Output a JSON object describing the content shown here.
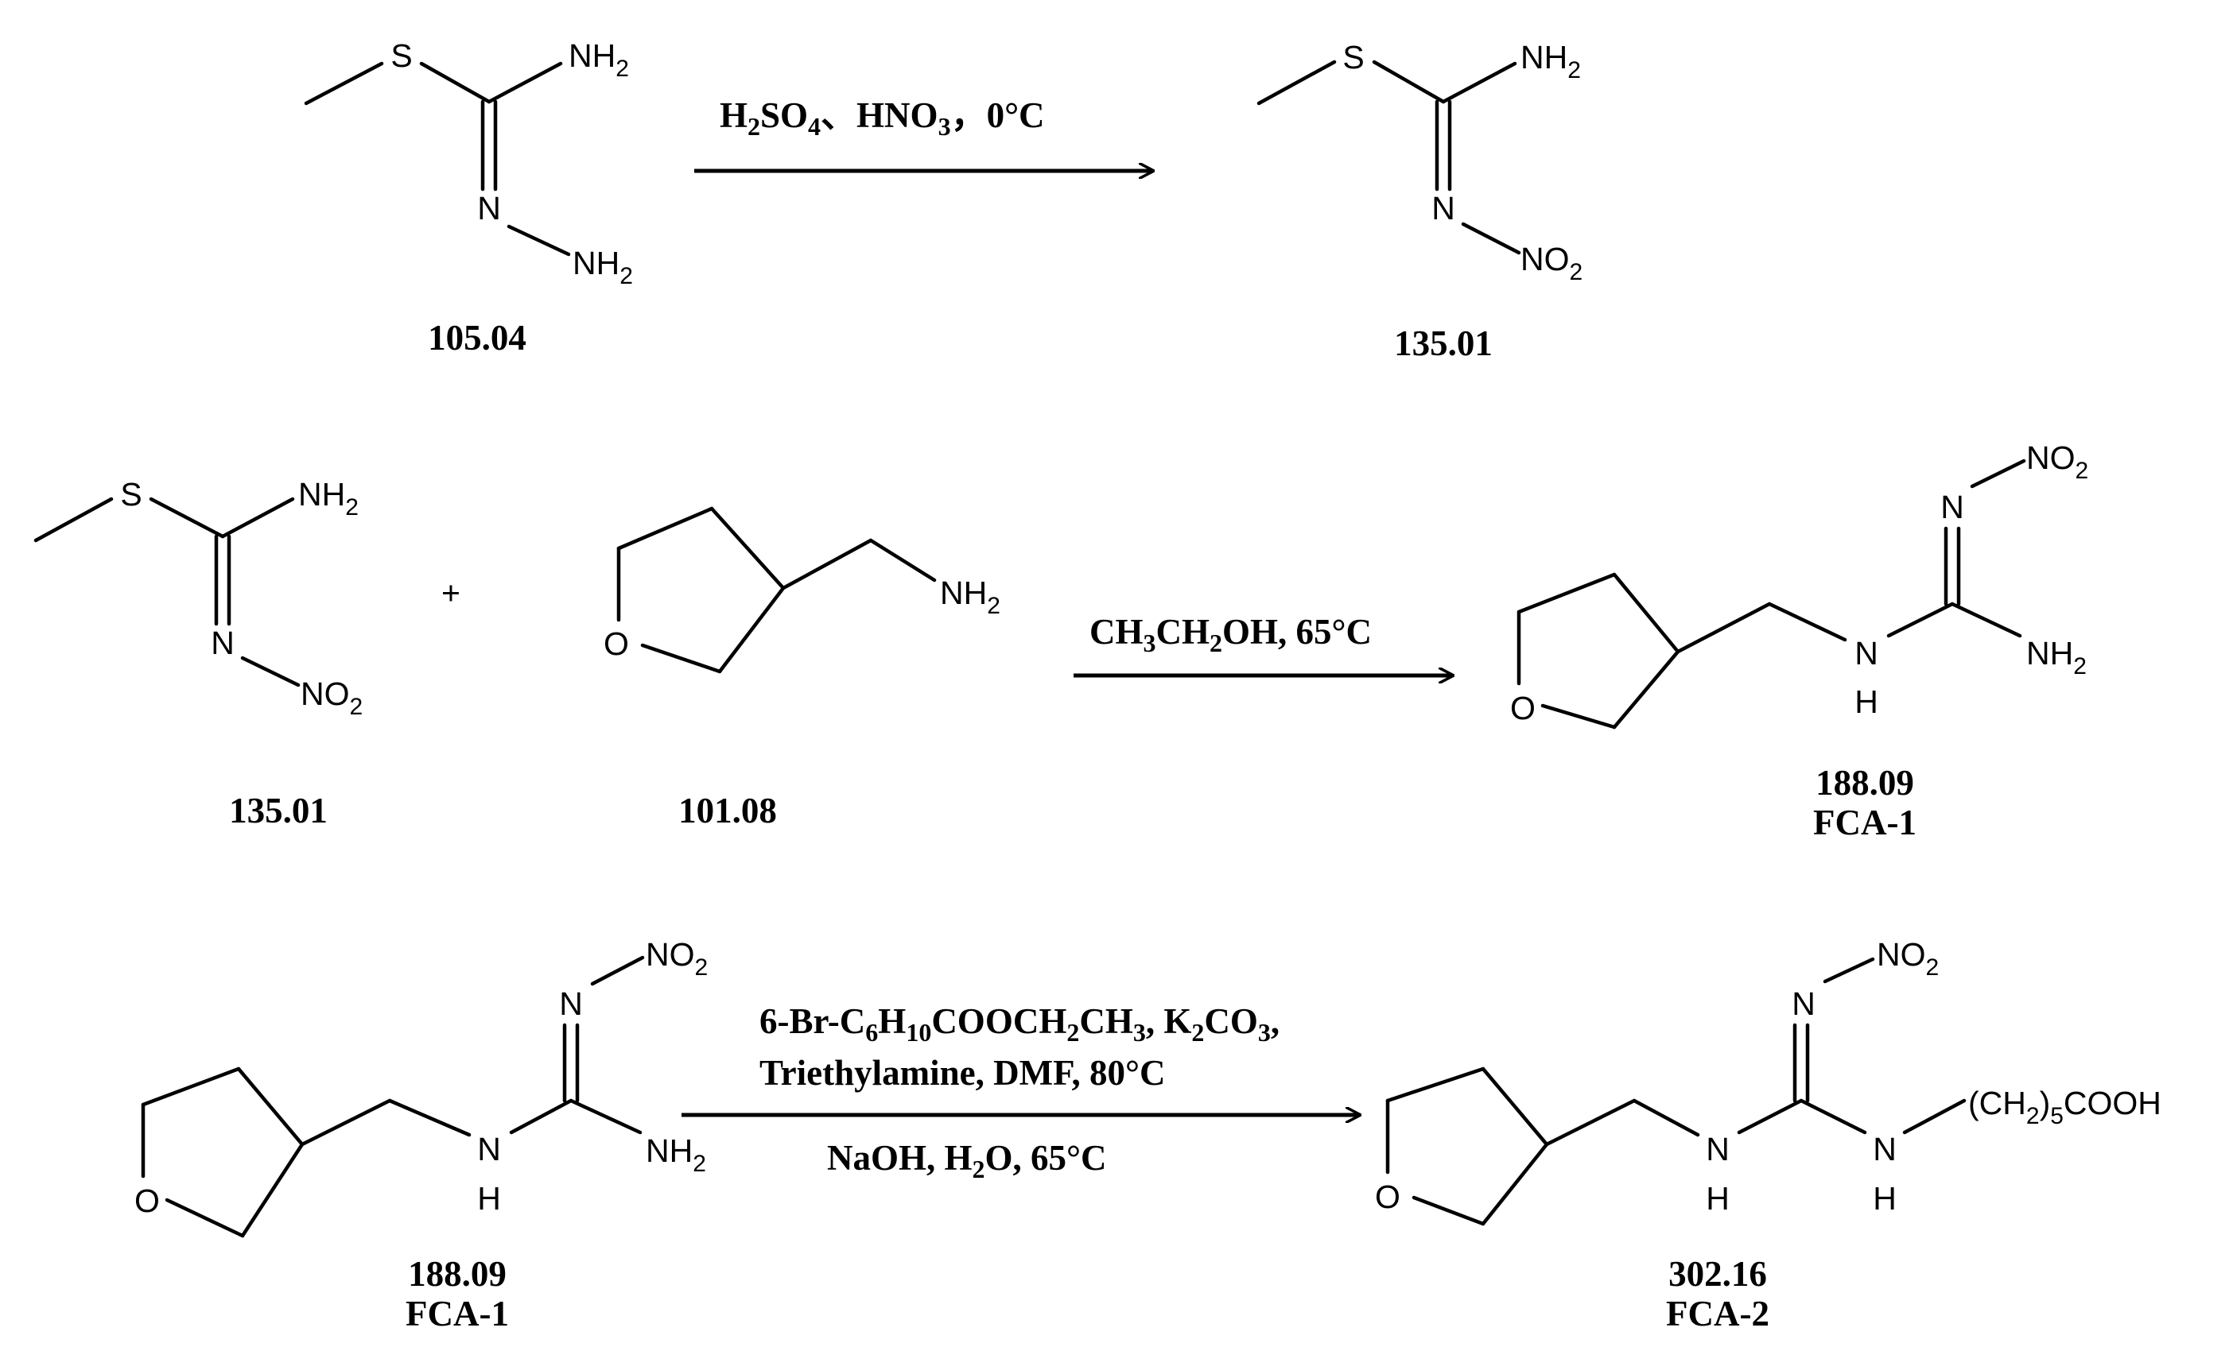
{
  "mol": {
    "a_s": "S",
    "a_nh2": "NH",
    "a_n": "N",
    "a_no2": "NO",
    "a_o": "O",
    "a_h": "H",
    "sub_2": "2",
    "a_chain_open": "(CH",
    "sub_5": "5",
    "a_chain_close": "COOH",
    "plus": "+"
  },
  "labels": {
    "m1": "105.04",
    "m2": "135.01",
    "m3": "135.01",
    "m4": "101.08",
    "m5": "188.09",
    "m5_code": "FCA-1",
    "m6": "188.09",
    "m6_code": "FCA-1",
    "m7": "302.16",
    "m7_code": "FCA-2"
  },
  "conditions": {
    "r1_h": "H",
    "r1_2": "2",
    "r1_so": "SO",
    "r1_4": "4",
    "r1_mid": "、HNO",
    "r1_3": "3",
    "r1_end": "，0°C",
    "r2_ch": "CH",
    "r2_3": "3",
    "r2_ch2": "CH",
    "r2_2": "2",
    "r2_end": "OH, 65°C",
    "r3_a": "6-Br-C",
    "r3_6": "6",
    "r3_h": "H",
    "r3_10": "10",
    "r3_b": "COOCH",
    "r3_2a": "2",
    "r3_c": "CH",
    "r3_3": "3",
    "r3_d": ", K",
    "r3_2b": "2",
    "r3_e": "CO",
    "r3_3b": "3",
    "r3_f": ",",
    "r3_line2": "Triethylamine, DMF,  80°C",
    "r4_a": "NaOH,  H",
    "r4_2": "2",
    "r4_b": "O, 65°C"
  }
}
